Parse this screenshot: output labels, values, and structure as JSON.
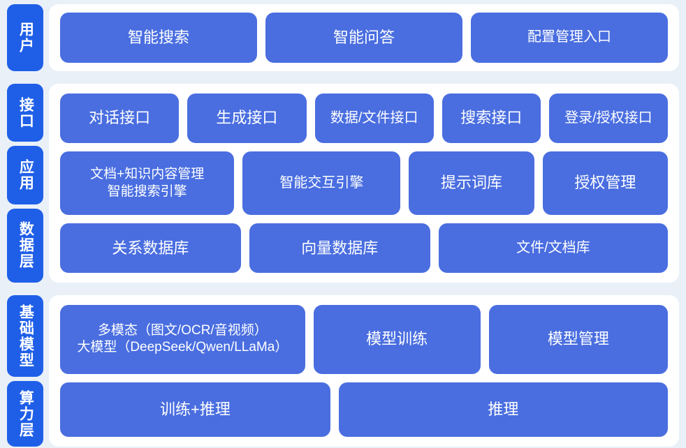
{
  "theme": {
    "page_background": "#e9f0f8",
    "panel_background": "#ffffff",
    "rail_chip_color": "#1f5fe8",
    "box_color": "#4a6ee0",
    "box_text_color": "#ffffff"
  },
  "sections": [
    {
      "id": "users",
      "rail": [
        {
          "label": "用户"
        }
      ],
      "rows": [
        {
          "id": "user-entries",
          "boxes": [
            {
              "label": "智能搜索",
              "flex": 3
            },
            {
              "label": "智能问答",
              "flex": 3
            },
            {
              "label": "配置管理入口",
              "flex": 3
            }
          ]
        }
      ]
    },
    {
      "id": "platform",
      "rail": [
        {
          "label": "接口"
        },
        {
          "label": "应用"
        },
        {
          "label": "数据层"
        }
      ],
      "rows": [
        {
          "id": "interface-row",
          "boxes": [
            {
              "label": "对话接口",
              "flex": 21
            },
            {
              "label": "生成接口",
              "flex": 21
            },
            {
              "label": "数据/文件接口",
              "flex": 21
            },
            {
              "label": "搜索接口",
              "flex": 17
            },
            {
              "label": "登录/授权接口",
              "flex": 21
            }
          ]
        },
        {
          "id": "application-row",
          "boxes": [
            {
              "label": "文档+知识内容管理\n智能搜索引擎",
              "flex": 30
            },
            {
              "label": "智能交互引擎",
              "flex": 27
            },
            {
              "label": "提示词库",
              "flex": 21
            },
            {
              "label": "授权管理",
              "flex": 21
            }
          ]
        },
        {
          "id": "data-row",
          "boxes": [
            {
              "label": "关系数据库",
              "flex": 28
            },
            {
              "label": "向量数据库",
              "flex": 28
            },
            {
              "label": "文件/文档库",
              "flex": 36
            }
          ]
        }
      ]
    },
    {
      "id": "infrastructure",
      "rail": [
        {
          "label": "基础模型"
        },
        {
          "label": "算力层"
        }
      ],
      "rows": [
        {
          "id": "model-row",
          "boxes": [
            {
              "label": "多模态（图文/OCR/音视频）\n大模型（DeepSeek/Qwen/LLaMa）",
              "flex": 39
            },
            {
              "label": "模型训练",
              "flex": 26
            },
            {
              "label": "模型管理",
              "flex": 28
            }
          ]
        },
        {
          "id": "compute-row",
          "boxes": [
            {
              "label": "训练+推理",
              "flex": 44
            },
            {
              "label": "推理",
              "flex": 54
            }
          ]
        }
      ]
    }
  ]
}
